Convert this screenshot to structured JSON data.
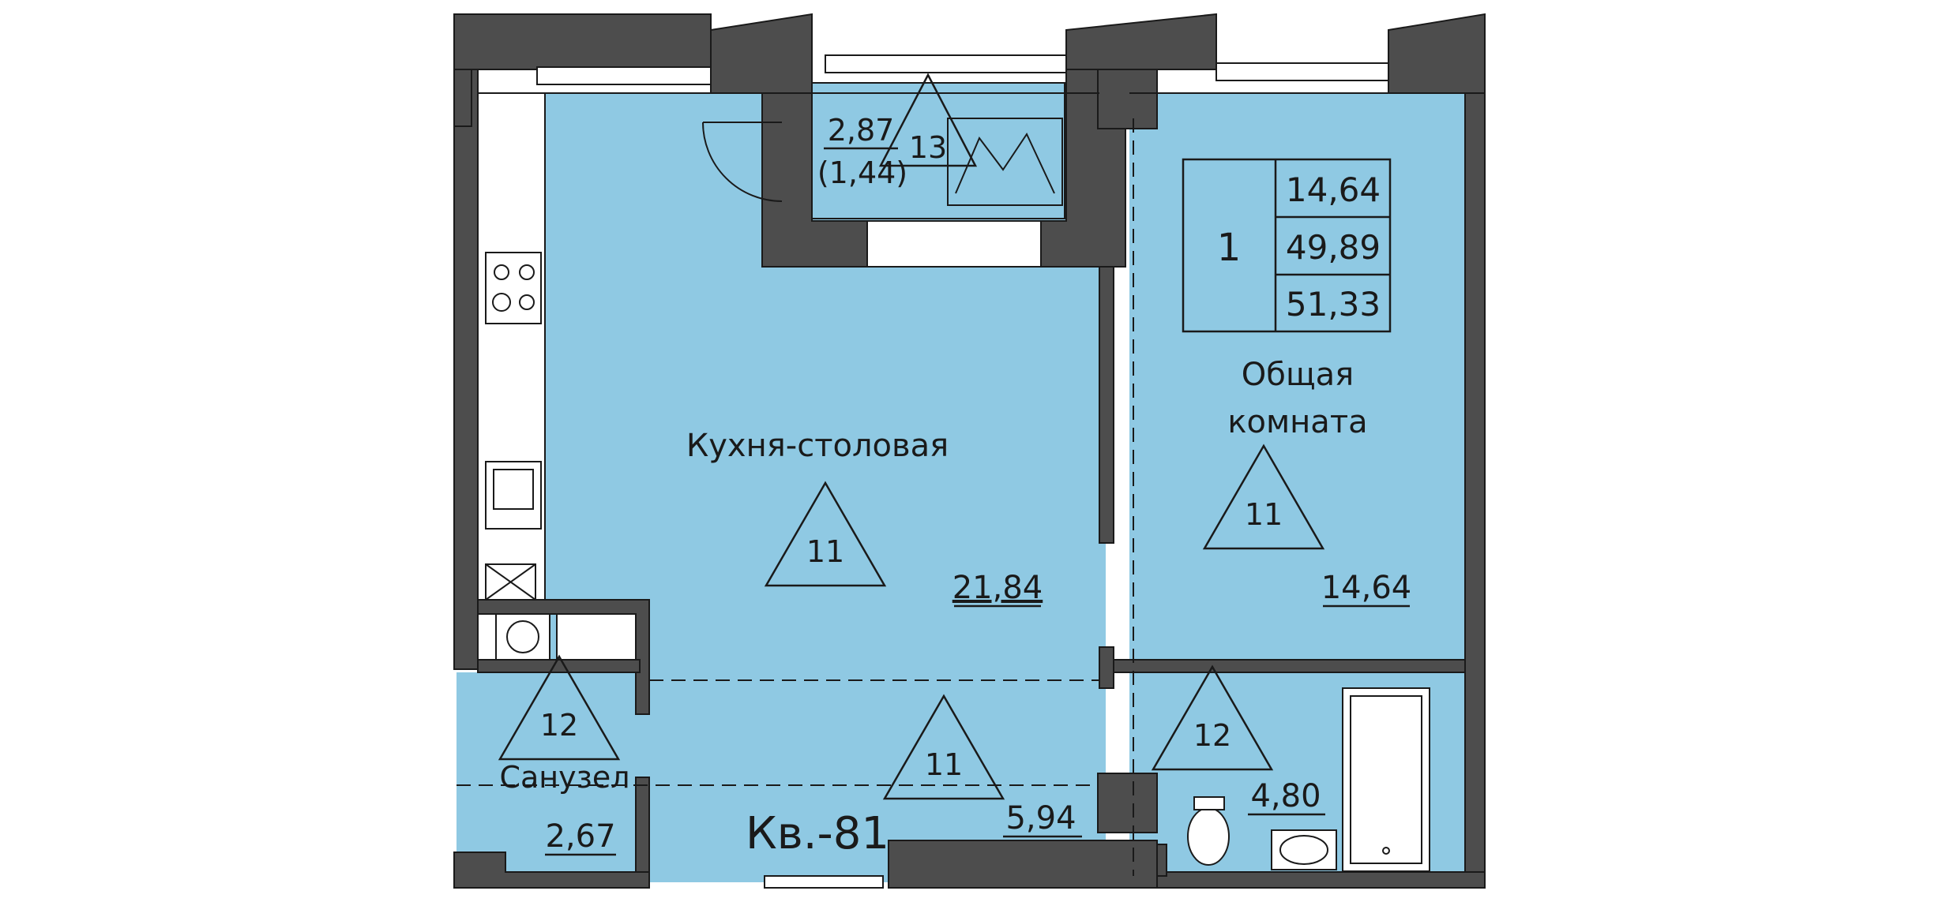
{
  "apartment": {
    "number_label": "Кв.-81"
  },
  "summary_table": {
    "rooms": "1",
    "living_area": "14,64",
    "total_area": "49,89",
    "total_area_with_balcony": "51,33"
  },
  "rooms": [
    {
      "id": "kitchen",
      "name": "Кухня-столовая",
      "area": "21,84",
      "marker": "11"
    },
    {
      "id": "living",
      "name_line1": "Общая",
      "name_line2": "комната",
      "area": "14,64",
      "marker": "11"
    },
    {
      "id": "hall",
      "area": "5,94",
      "marker": "11"
    },
    {
      "id": "bathroom",
      "name": "Санузел",
      "area": "2,67",
      "marker": "12"
    },
    {
      "id": "bathroom2",
      "area": "4,80",
      "marker": "12"
    },
    {
      "id": "balcony",
      "area": "2,87",
      "area_reduced": "(1,44)",
      "marker": "13"
    }
  ],
  "colors": {
    "floor": "#8fc9e3",
    "wall": "#4d4d4d",
    "line": "#1a1a1a",
    "background": "#ffffff"
  }
}
